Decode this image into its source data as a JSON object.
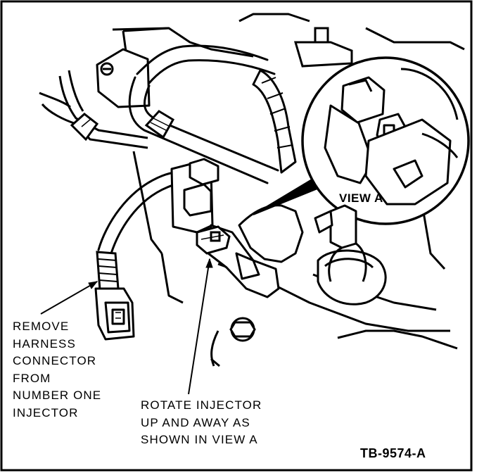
{
  "labels": {
    "view_a": "VIEW A",
    "remove_harness": [
      "REMOVE",
      "HARNESS",
      "CONNECTOR",
      "FROM",
      "NUMBER ONE",
      "INJECTOR"
    ],
    "rotate_injector": [
      "ROTATE INJECTOR",
      "UP AND AWAY AS",
      "SHOWN IN VIEW A"
    ],
    "figure_code": "TB-9574-A"
  }
}
